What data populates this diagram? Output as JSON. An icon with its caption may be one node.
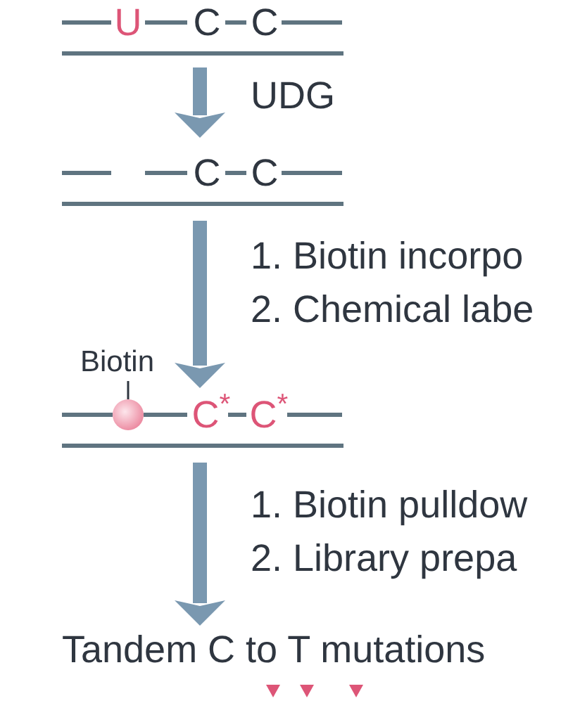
{
  "diagram": {
    "nodes": [
      {
        "text": [
          "U",
          "C",
          "C"
        ]
      },
      {
        "text": [
          "C",
          "C"
        ]
      },
      {
        "text": [
          "Biotin"
        ]
      },
      {
        "text": [
          "C$^{*}$",
          "C$^{*}$"
        ]
      },
      {
        "text": [],
        "shape": "circle",
        "in": 3
      },
      {
        "text": [
          "Tandem C to T mutations"
        ]
      }
    ],
    "edges": [
      {
        "from": 0,
        "to": 1,
        "arrow": "to",
        "label": "UDG"
      },
      {
        "from": 1,
        "to": 3,
        "arrow": "to"
      },
      {
        "from": 2,
        "to": 4,
        "arrow": "none",
        "color": "#2f3640"
      },
      {
        "from": 3,
        "to": 5,
        "arrow": "to"
      }
    ],
    "labels": [
      "1. Biotin incorpo",
      "2. Chemical labe",
      "1. Biotin pulldow",
      "2. Library prepa"
    ]
  }
}
